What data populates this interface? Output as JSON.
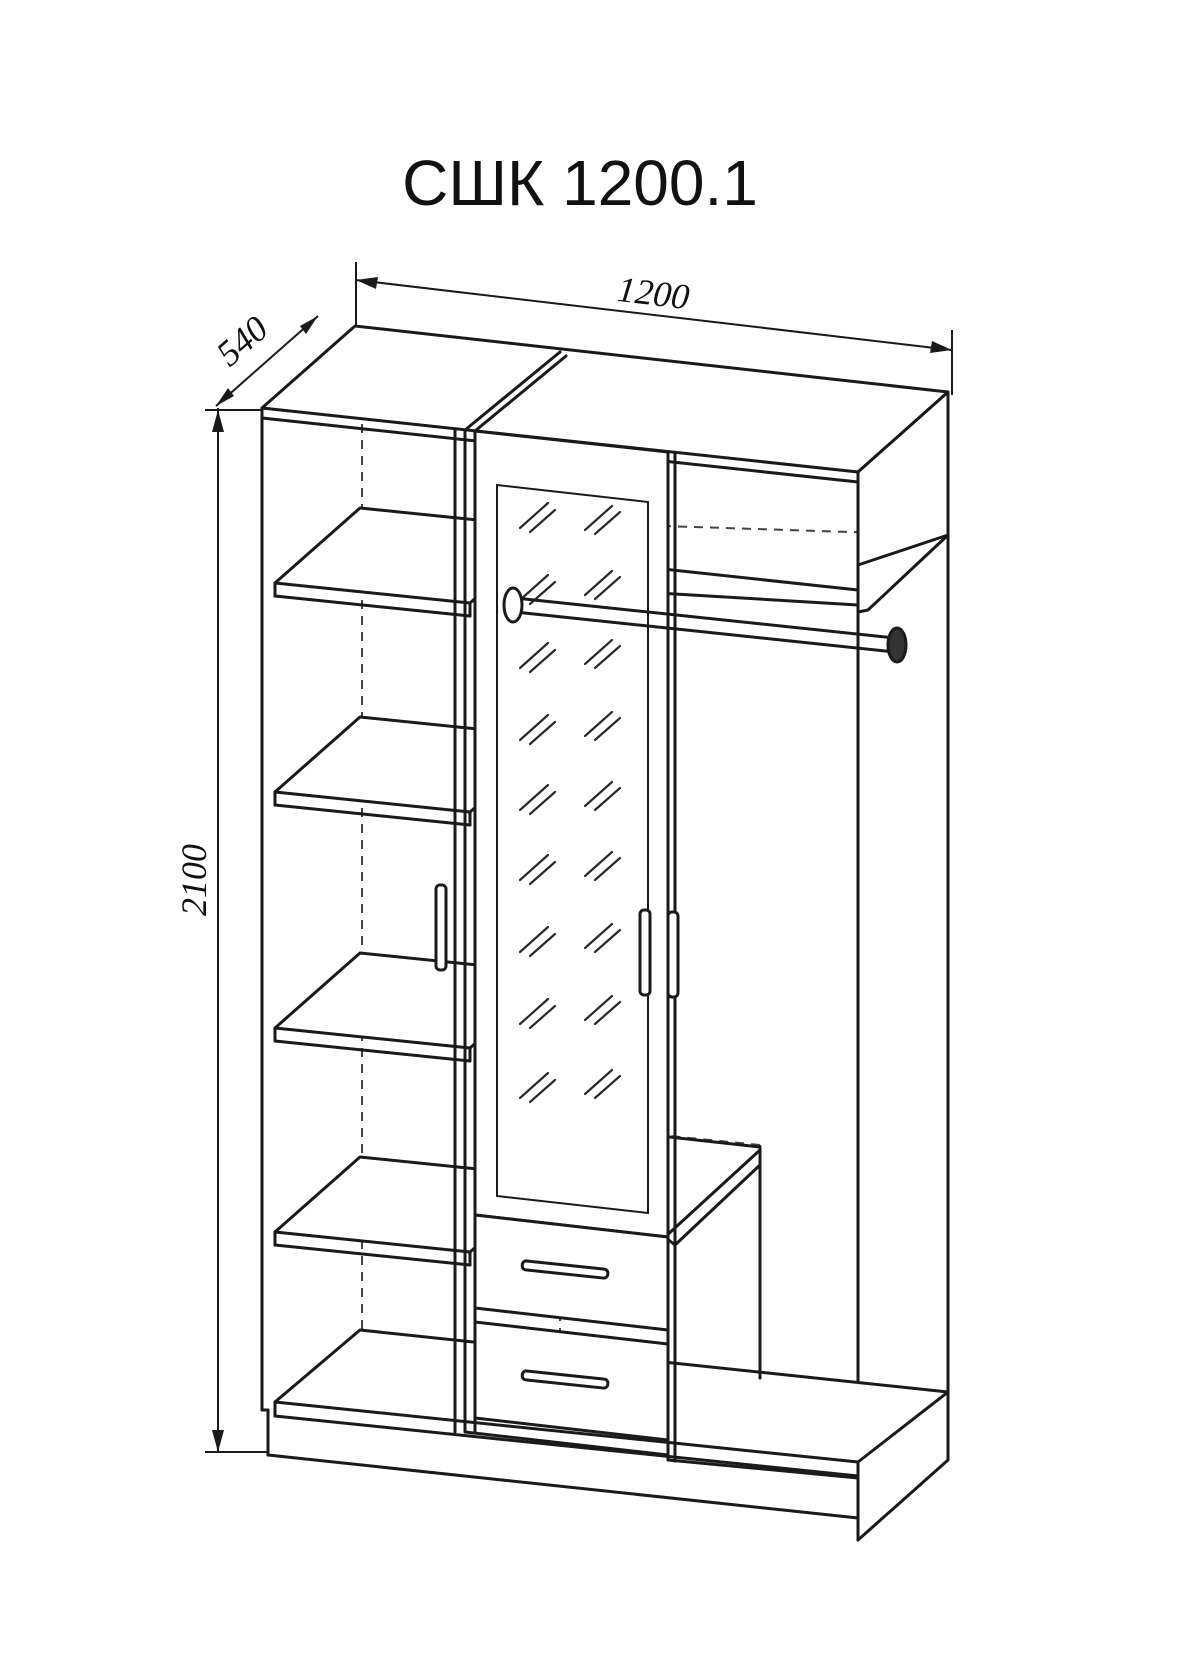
{
  "title": "СШК 1200.1",
  "dimensions": {
    "width": "1200",
    "depth": "540",
    "height": "2100"
  },
  "colors": {
    "line": "#1a1a1a",
    "background": "#ffffff"
  }
}
